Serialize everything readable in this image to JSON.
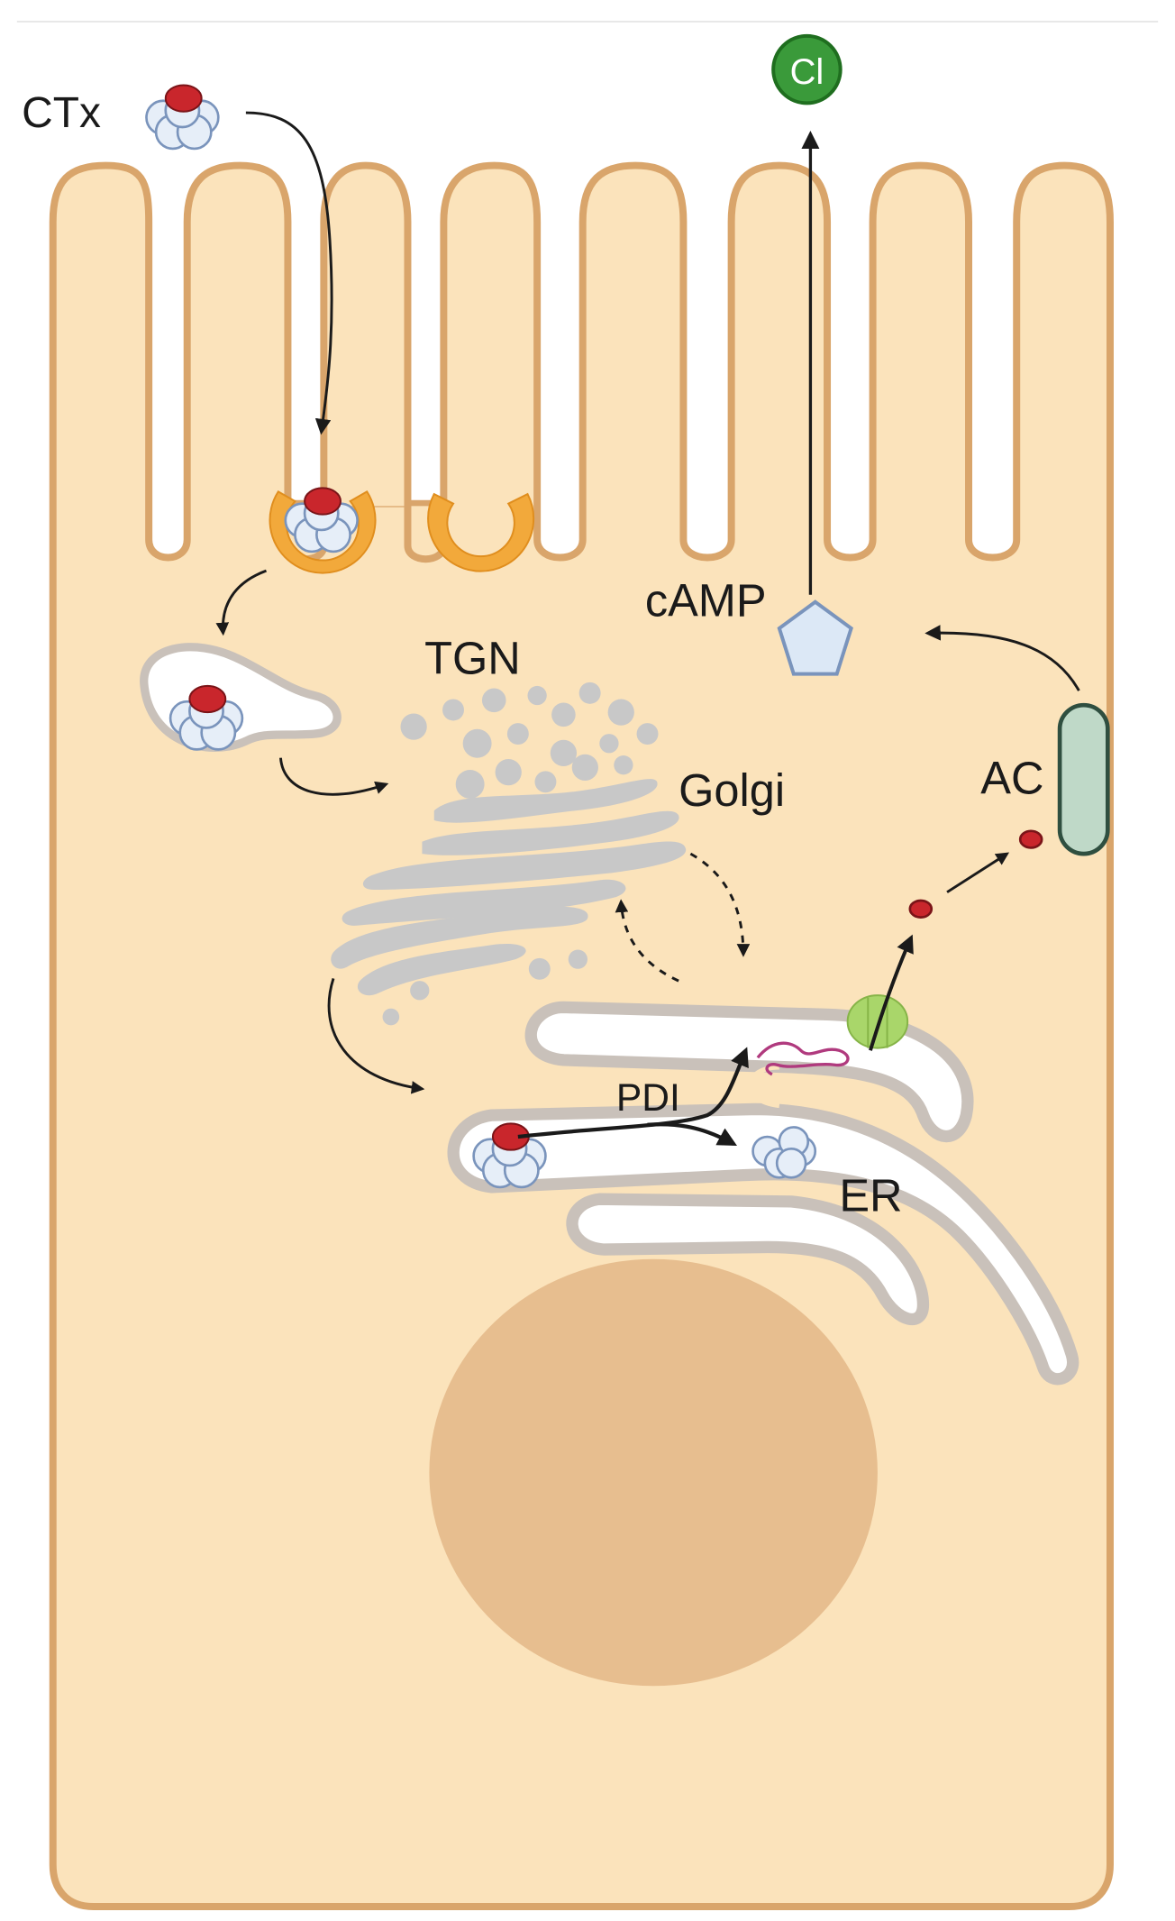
{
  "labels": {
    "toxin": "CTx",
    "chloride": "Cl",
    "camp": "cAMP",
    "tgn": "TGN",
    "golgi": "Golgi",
    "adenylate_cyclase": "AC",
    "pdi": "PDI",
    "er": "ER"
  },
  "colors": {
    "cytoplasm": "#FBE3BB",
    "membrane": "#D9A56B",
    "nucleus": "#E7BE8F",
    "organelle_fill": "#FFFFFF",
    "organelle_edge": "#C9C1BA",
    "golgi": "#C8C8C8",
    "pit": "#F2A93B",
    "toxin_a": "#C9262C",
    "toxin_b": "#E6EEF8",
    "toxin_b_edge": "#7A94BC",
    "chloride": "#3A9A3A",
    "camp": "#DCE8F6",
    "adenylate_cyclase": "#BFD9C8",
    "translocon": "#A9D66A",
    "arrow": "#1a1a1a"
  }
}
